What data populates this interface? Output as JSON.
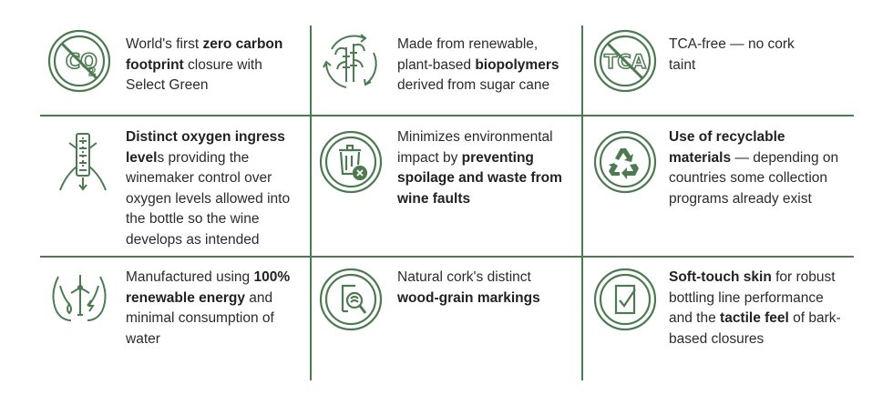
{
  "accent_color": "#4e7a52",
  "cells": [
    {
      "icon": "no-co2-icon",
      "parts": [
        {
          "t": "World's first ",
          "b": false
        },
        {
          "t": "zero carbon footprint",
          "b": true
        },
        {
          "t": " closure with Select Green",
          "b": false
        }
      ]
    },
    {
      "icon": "sugar-cane-recycle-icon",
      "parts": [
        {
          "t": "Made from renewable, plant-based ",
          "b": false
        },
        {
          "t": "biopolymers",
          "b": true
        },
        {
          "t": " derived from sugar cane",
          "b": false
        }
      ]
    },
    {
      "icon": "no-tca-icon",
      "parts": [
        {
          "t": "TCA-free — no cork taint",
          "b": false
        }
      ]
    },
    {
      "icon": "oxygen-ingress-cork-icon",
      "parts": [
        {
          "t": "Distinct oxygen ingress level",
          "b": true
        },
        {
          "t": "s providing the winemaker control over oxygen levels allowed into the bottle so the wine develops as intended",
          "b": false
        }
      ]
    },
    {
      "icon": "no-waste-bin-icon",
      "parts": [
        {
          "t": "Minimizes environmental impact by ",
          "b": false
        },
        {
          "t": "preventing spoilage and waste from wine faults",
          "b": true
        }
      ]
    },
    {
      "icon": "recycle-icon",
      "parts": [
        {
          "t": "Use of recyclable materials",
          "b": true
        },
        {
          "t": " — depending on countries some collection programs already exist",
          "b": false
        }
      ]
    },
    {
      "icon": "renewable-energy-hands-icon",
      "parts": [
        {
          "t": "Manufactured using ",
          "b": false
        },
        {
          "t": "100% renewable energy",
          "b": true
        },
        {
          "t": " and minimal consumption of water",
          "b": false
        }
      ]
    },
    {
      "icon": "wood-grain-magnifier-icon",
      "parts": [
        {
          "t": "Natural cork's distinct ",
          "b": false
        },
        {
          "t": "wood-grain markings",
          "b": true
        }
      ]
    },
    {
      "icon": "soft-touch-check-icon",
      "parts": [
        {
          "t": "Soft-touch skin",
          "b": true
        },
        {
          "t": " for robust bottling line performance and the ",
          "b": false
        },
        {
          "t": "tactile feel",
          "b": true
        },
        {
          "t": " of bark-based closures",
          "b": false
        }
      ]
    }
  ]
}
